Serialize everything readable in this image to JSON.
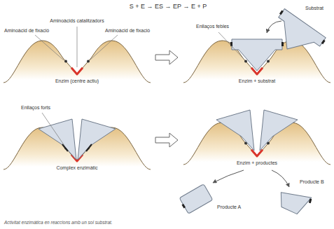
{
  "diagram": {
    "title": "S + E → ES → EP → E + P",
    "caption": "Activitat enzimàtica en reaccions amb un sol substrat.",
    "labels": [
      "Aminoàcids catalitzadors",
      "Aminoàcid de fixació",
      "Aminoàcid de fixació",
      "Enzim (centre actiu)",
      "Enllaços febles",
      "Substrat",
      "Enzim + substrat",
      "Enllaços forts",
      "Complex enzimàtic",
      "Enzim + productes",
      "Producte A",
      "Producte B"
    ]
  }
}
